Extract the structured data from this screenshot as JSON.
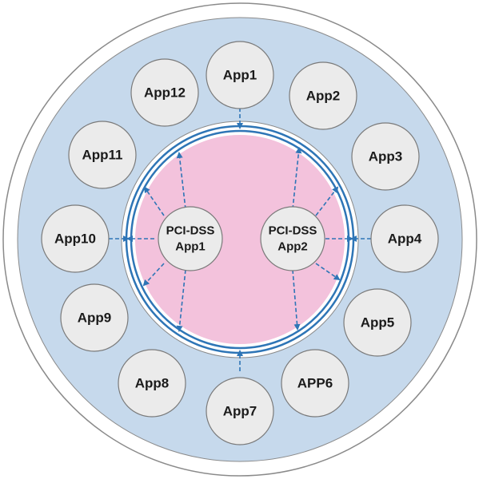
{
  "diagram": {
    "outer_apps": [
      {
        "id": "app1",
        "label": "App1"
      },
      {
        "id": "app2",
        "label": "App2"
      },
      {
        "id": "app3",
        "label": "App3"
      },
      {
        "id": "app4",
        "label": "App4"
      },
      {
        "id": "app5",
        "label": "App5"
      },
      {
        "id": "app6",
        "label": "APP6"
      },
      {
        "id": "app7",
        "label": "App7"
      },
      {
        "id": "app8",
        "label": "App8"
      },
      {
        "id": "app9",
        "label": "App9"
      },
      {
        "id": "app10",
        "label": "App10"
      },
      {
        "id": "app11",
        "label": "App11"
      },
      {
        "id": "app12",
        "label": "App12"
      }
    ],
    "pci_apps": [
      {
        "id": "pci-app1",
        "line1": "PCI-DSS",
        "line2": "App1"
      },
      {
        "id": "pci-app2",
        "line1": "PCI-DSS",
        "line2": "App2"
      }
    ],
    "colors": {
      "outer_ring": "#c6d9ec",
      "inner_zone": "#f3c2dc",
      "node_fill": "#ebebeb",
      "node_stroke": "#7a7a7a",
      "boundary": "#2e75b6",
      "arrow": "#2e75b6"
    }
  }
}
